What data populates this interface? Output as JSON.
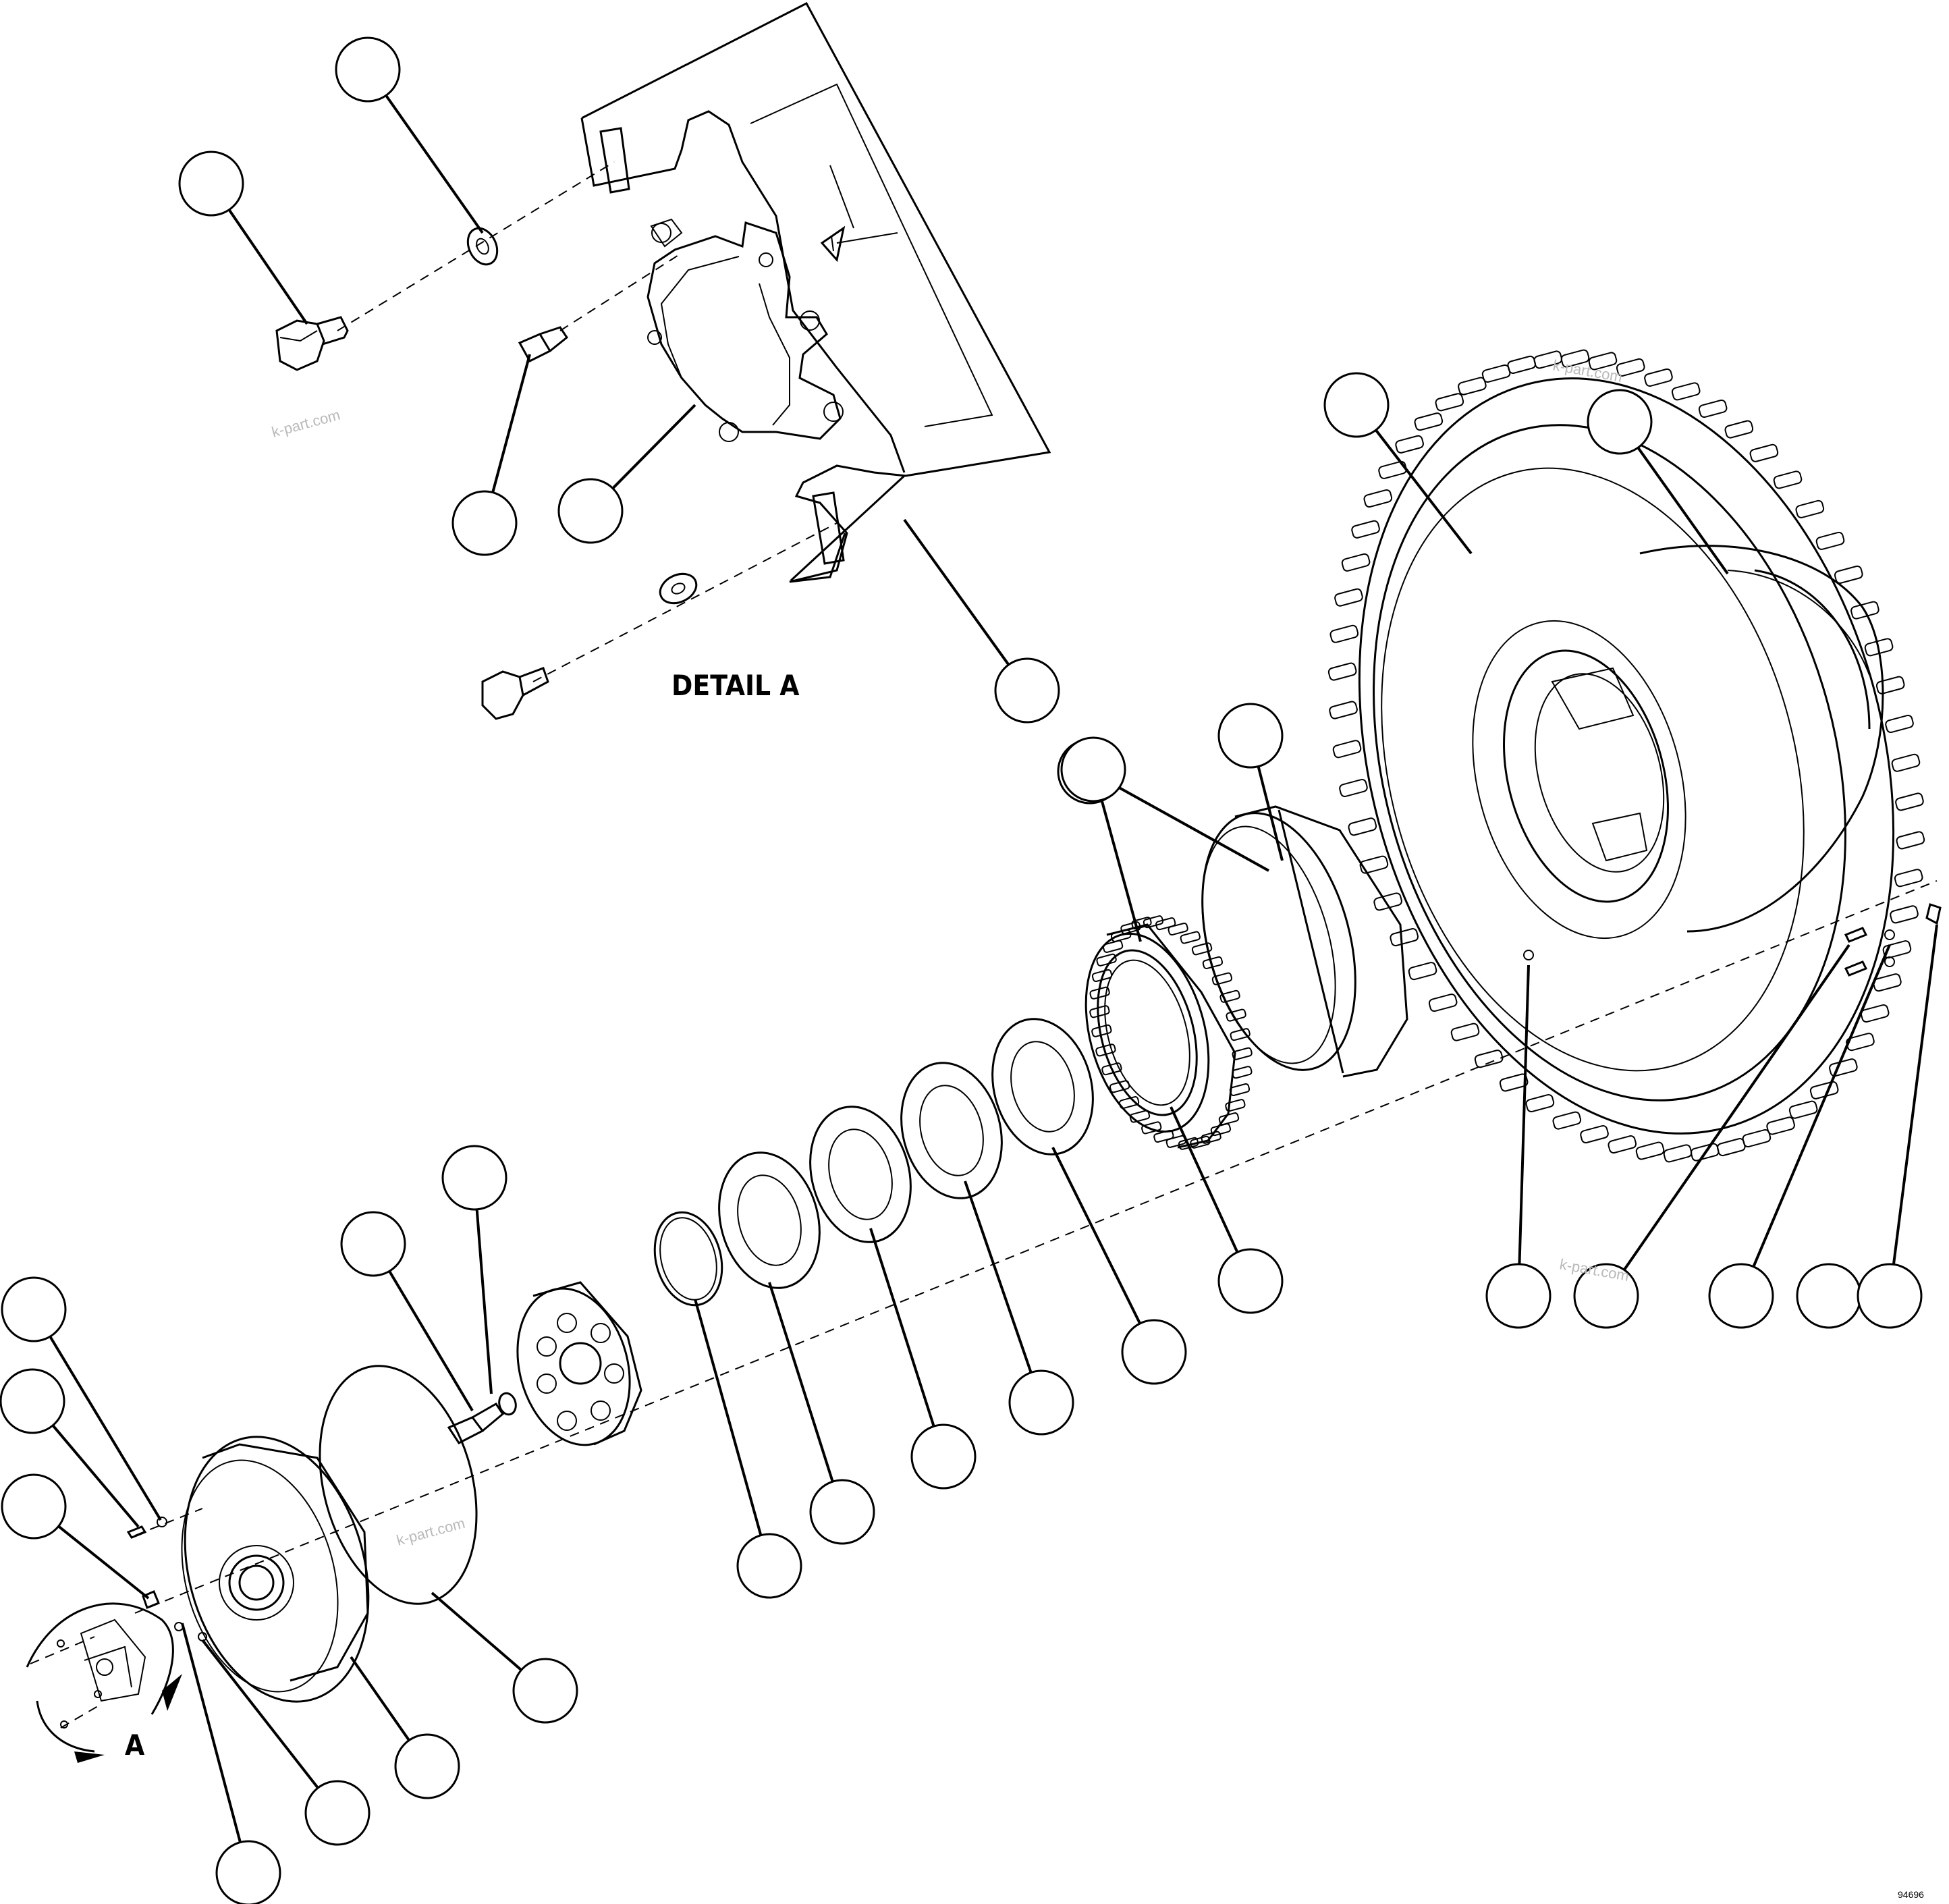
{
  "drawing": {
    "detail_label": "DETAIL A",
    "view_marker": "A",
    "reference_number": "94696",
    "watermark": "k-part.com",
    "callout_count": 29
  },
  "colors": {
    "line": "#000000",
    "background": "#ffffff",
    "watermark": "#b9b9b9"
  }
}
